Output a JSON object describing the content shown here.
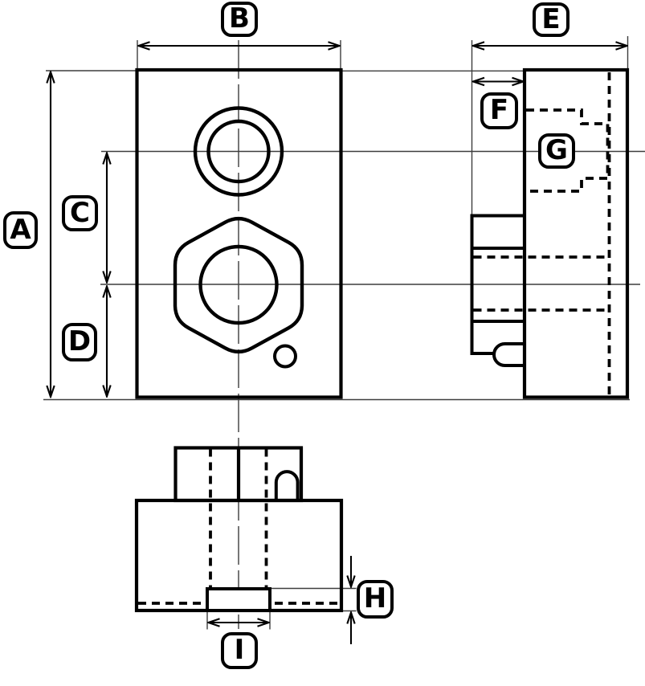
{
  "page": {
    "background": "#ffffff",
    "outline_color": "#000000",
    "thin_line_color": "#3d3d3d"
  },
  "dimension_labels": [
    {
      "letter": "A"
    },
    {
      "letter": "B"
    },
    {
      "letter": "C"
    },
    {
      "letter": "D"
    },
    {
      "letter": "E"
    },
    {
      "letter": "F"
    },
    {
      "letter": "G"
    },
    {
      "letter": "H"
    },
    {
      "letter": "I"
    }
  ]
}
